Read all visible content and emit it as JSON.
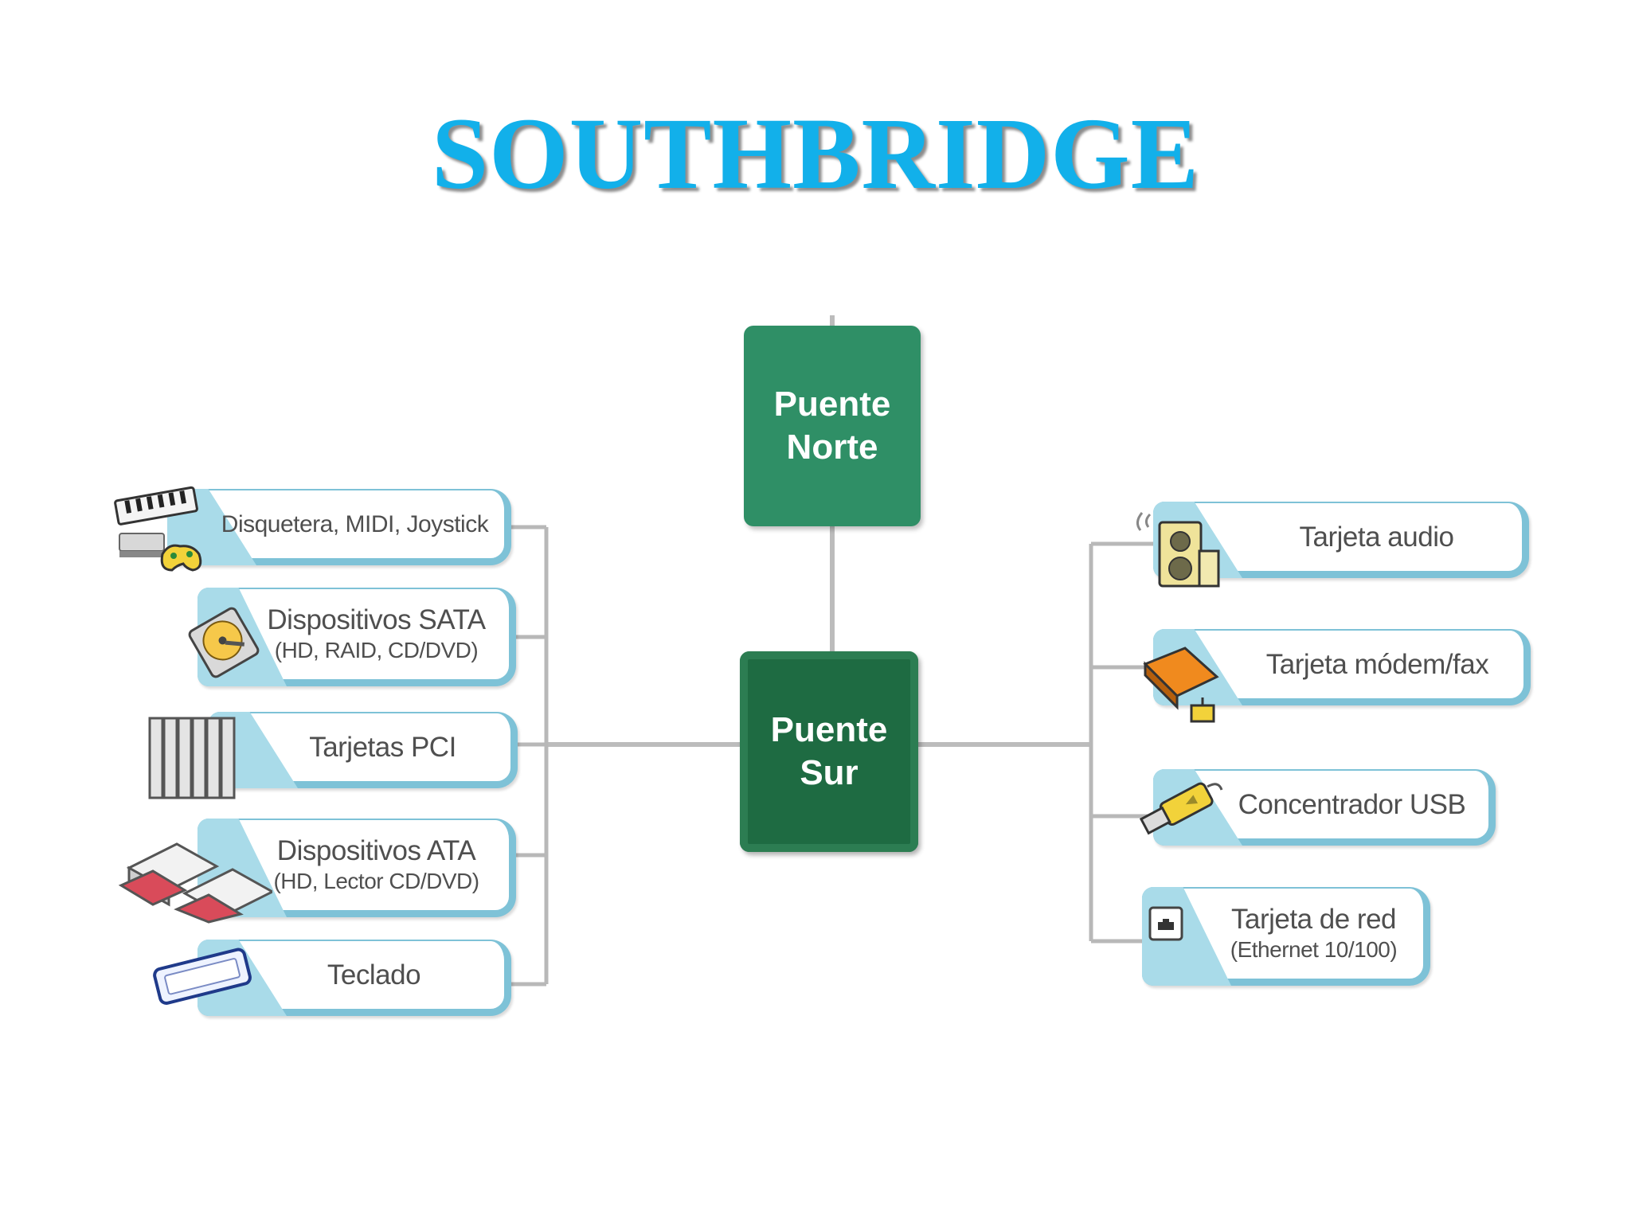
{
  "title": "SOUTHBRIDGE",
  "north_bridge": {
    "line1": "Puente",
    "line2": "Norte"
  },
  "south_bridge": {
    "line1": "Puente",
    "line2": "Sur"
  },
  "left_devices": [
    {
      "label": "Disquetera, MIDI, Joystick",
      "sub": "",
      "icon": "keyboard-floppy-joystick-icon"
    },
    {
      "label": "Dispositivos SATA",
      "sub": "(HD, RAID, CD/DVD)",
      "icon": "hard-disk-icon"
    },
    {
      "label": "Tarjetas PCI",
      "sub": "",
      "icon": "pci-cards-icon"
    },
    {
      "label": "Dispositivos ATA",
      "sub": "(HD, Lector CD/DVD)",
      "icon": "optical-drives-icon"
    },
    {
      "label": "Teclado",
      "sub": "",
      "icon": "keyboard-icon"
    }
  ],
  "right_devices": [
    {
      "label": "Tarjeta audio",
      "sub": "",
      "icon": "speaker-icon"
    },
    {
      "label": "Tarjeta módem/fax",
      "sub": "",
      "icon": "modem-icon"
    },
    {
      "label": "Concentrador USB",
      "sub": "",
      "icon": "usb-drive-icon"
    },
    {
      "label": "Tarjeta de red",
      "sub": "(Ethernet 10/100)",
      "icon": "network-jack-icon"
    }
  ],
  "colors": {
    "title": "#12b0ea",
    "north_bridge": "#2f8f66",
    "south_bridge": "#1e6b42",
    "card_accent": "#a9dbe9"
  }
}
